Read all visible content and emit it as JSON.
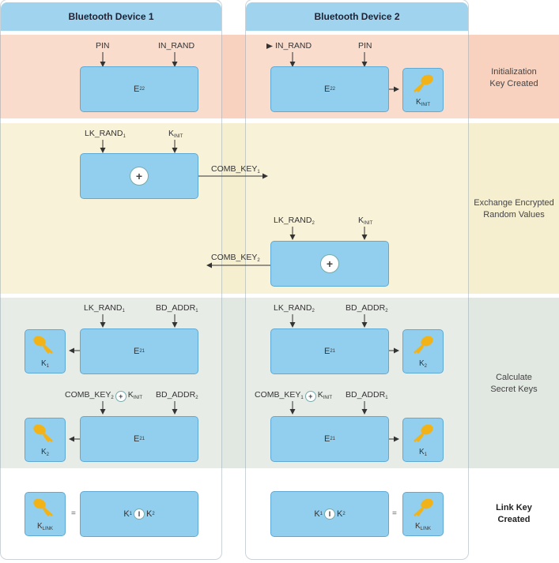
{
  "colors": {
    "init_band": "#f9d2bf",
    "exchange_band": "#f6efcf",
    "calc_band": "#e1e7e1",
    "box_fill": "#92cfee",
    "key_color": "#f2b318"
  },
  "columns": {
    "device1": "Bluetooth Device 1",
    "device2": "Bluetooth Device 2"
  },
  "steps": {
    "init": [
      "Initialization",
      "Key Created"
    ],
    "exchange": [
      "Exchange Encrypted",
      "Random Values"
    ],
    "calc": [
      "Calculate",
      "Secret Keys"
    ],
    "link": [
      "Link Key",
      "Created"
    ]
  },
  "init": {
    "d1_in_pin": "PIN",
    "d1_in_rand": "IN_RAND",
    "d1_func": "E",
    "d1_func_sub": "22",
    "d2_in_rand": "IN_RAND",
    "d2_in_pin": "PIN",
    "d2_func": "E",
    "d2_func_sub": "22",
    "d2_key": "K",
    "d2_key_sub": "INIT"
  },
  "exchange": {
    "d1_in1": "LK_RAND",
    "d1_in1_sub": "1",
    "d1_in2": "K",
    "d1_in2_sub": "INIT",
    "d1_op": "+",
    "d1_out": "COMB_KEY",
    "d1_out_sub": "1",
    "d2_in1": "LK_RAND",
    "d2_in1_sub": "2",
    "d2_in2": "K",
    "d2_in2_sub": "INIT",
    "d2_op": "+",
    "d2_out": "COMB_KEY",
    "d2_out_sub": "2"
  },
  "calc": {
    "d1_r1_in1": "LK_RAND",
    "d1_r1_in1_sub": "1",
    "d1_r1_in2": "BD_ADDR",
    "d1_r1_in2_sub": "1",
    "d1_r1_func": "E",
    "d1_r1_func_sub": "21",
    "d1_r1_key": "K",
    "d1_r1_key_sub": "1",
    "d2_r1_in1": "LK_RAND",
    "d2_r1_in1_sub": "2",
    "d2_r1_in2": "BD_ADDR",
    "d2_r1_in2_sub": "2",
    "d2_r1_func": "E",
    "d2_r1_func_sub": "21",
    "d2_r1_key": "K",
    "d2_r1_key_sub": "2",
    "d1_r2_in1a": "COMB_KEY",
    "d1_r2_in1a_sub": "2",
    "d1_r2_in1op": "+",
    "d1_r2_in1b": "K",
    "d1_r2_in1b_sub": "INIT",
    "d1_r2_in2": "BD_ADDR",
    "d1_r2_in2_sub": "2",
    "d1_r2_func": "E",
    "d1_r2_func_sub": "21",
    "d1_r2_key": "K",
    "d1_r2_key_sub": "2",
    "d2_r2_in1a": "COMB_KEY",
    "d2_r2_in1a_sub": "1",
    "d2_r2_in1op": "+",
    "d2_r2_in1b": "K",
    "d2_r2_in1b_sub": "INIT",
    "d2_r2_in2": "BD_ADDR",
    "d2_r2_in2_sub": "1",
    "d2_r2_func": "E",
    "d2_r2_func_sub": "21",
    "d2_r2_key": "K",
    "d2_r2_key_sub": "1"
  },
  "link": {
    "d1_key": "K",
    "d1_key_sub": "LINK",
    "d1_eq": "=",
    "d1_a": "K",
    "d1_a_sub": "1",
    "d1_op": "I",
    "d1_b": "K",
    "d1_b_sub": "2",
    "d2_a": "K",
    "d2_a_sub": "1",
    "d2_op": "I",
    "d2_b": "K",
    "d2_b_sub": "2",
    "d2_eq": "=",
    "d2_key": "K",
    "d2_key_sub": "LINK"
  }
}
